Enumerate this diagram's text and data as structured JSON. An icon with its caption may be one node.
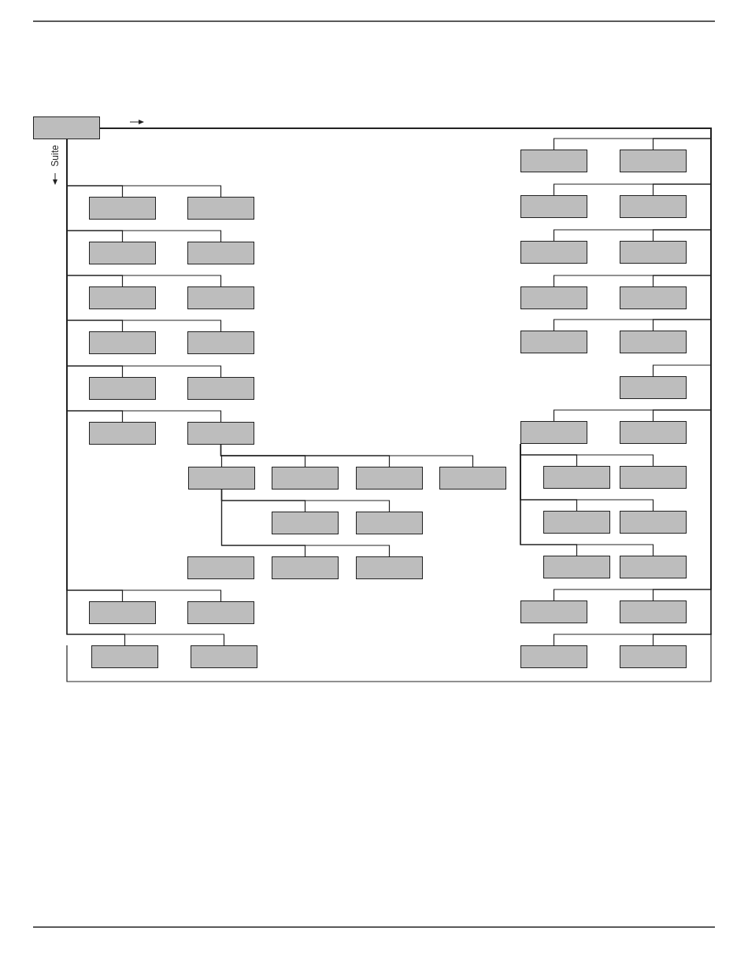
{
  "diagram": {
    "nodes": [
      {
        "text": [],
        "shape": "box"
      },
      {
        "text": [],
        "shape": "box"
      },
      {
        "text": [],
        "shape": "box"
      },
      {
        "text": [],
        "shape": "box"
      },
      {
        "text": [],
        "shape": "box"
      },
      {
        "text": [],
        "shape": "box"
      },
      {
        "text": [],
        "shape": "box"
      },
      {
        "text": [],
        "shape": "box"
      },
      {
        "text": [],
        "shape": "box"
      },
      {
        "text": [],
        "shape": "box"
      },
      {
        "text": [],
        "shape": "box"
      },
      {
        "text": [],
        "shape": "box"
      },
      {
        "text": [],
        "shape": "box"
      },
      {
        "text": [],
        "shape": "box"
      },
      {
        "text": [],
        "shape": "box"
      },
      {
        "text": [],
        "shape": "box"
      },
      {
        "text": [],
        "shape": "box"
      },
      {
        "text": [],
        "shape": "box"
      },
      {
        "text": [],
        "shape": "box"
      },
      {
        "text": [],
        "shape": "box"
      },
      {
        "text": [],
        "shape": "box"
      },
      {
        "text": [],
        "shape": "box"
      },
      {
        "text": [],
        "shape": "box"
      },
      {
        "text": [],
        "shape": "box"
      },
      {
        "text": [],
        "shape": "box"
      },
      {
        "text": [],
        "shape": "box"
      },
      {
        "text": [],
        "shape": "box"
      },
      {
        "text": [],
        "shape": "box"
      },
      {
        "text": [],
        "shape": "box"
      },
      {
        "text": [],
        "shape": "box"
      },
      {
        "text": [],
        "shape": "box"
      },
      {
        "text": [],
        "shape": "box"
      },
      {
        "text": [],
        "shape": "box"
      },
      {
        "text": [],
        "shape": "box"
      },
      {
        "text": [],
        "shape": "box"
      },
      {
        "text": [],
        "shape": "box"
      },
      {
        "text": [],
        "shape": "box"
      },
      {
        "text": [],
        "shape": "box"
      },
      {
        "text": [],
        "shape": "box"
      },
      {
        "text": [],
        "shape": "box"
      },
      {
        "text": [],
        "shape": "box"
      },
      {
        "text": [],
        "shape": "box"
      },
      {
        "text": [],
        "shape": "box"
      },
      {
        "text": [],
        "shape": "box"
      },
      {
        "text": [],
        "shape": "box"
      },
      {
        "text": [],
        "shape": "box"
      },
      {
        "text": [],
        "shape": "box"
      },
      {
        "text": [],
        "shape": "box"
      },
      {
        "text": [],
        "shape": "box"
      }
    ],
    "edges": [
      {
        "from": 0,
        "to": 1,
        "arrow": "none"
      },
      {
        "from": 0,
        "to": 2,
        "arrow": "none"
      },
      {
        "from": 0,
        "to": 3,
        "arrow": "none"
      },
      {
        "from": 0,
        "to": 4,
        "arrow": "none"
      },
      {
        "from": 0,
        "to": 5,
        "arrow": "none"
      },
      {
        "from": 0,
        "to": 6,
        "arrow": "none"
      },
      {
        "from": 0,
        "to": 7,
        "arrow": "none"
      },
      {
        "from": 0,
        "to": 8,
        "arrow": "none"
      },
      {
        "from": 0,
        "to": 9,
        "arrow": "none"
      },
      {
        "from": 0,
        "to": 10,
        "arrow": "none"
      },
      {
        "from": 0,
        "to": 11,
        "arrow": "none"
      },
      {
        "from": 0,
        "to": 12,
        "arrow": "none"
      },
      {
        "from": 0,
        "to": 13,
        "arrow": "none"
      },
      {
        "from": 0,
        "to": 14,
        "arrow": "none"
      },
      {
        "from": 0,
        "to": 15,
        "arrow": "none"
      },
      {
        "from": 0,
        "to": 16,
        "arrow": "none"
      },
      {
        "from": 0,
        "to": 17,
        "arrow": "none"
      },
      {
        "from": 0,
        "to": 18,
        "arrow": "none"
      },
      {
        "from": 0,
        "to": 19,
        "arrow": "none"
      },
      {
        "from": 0,
        "to": 20,
        "arrow": "none"
      },
      {
        "from": 0,
        "to": 21,
        "arrow": "none"
      },
      {
        "from": 0,
        "to": 22,
        "arrow": "none"
      },
      {
        "from": 0,
        "to": 23,
        "arrow": "none"
      },
      {
        "from": 0,
        "to": 24,
        "arrow": "none"
      },
      {
        "from": 0,
        "to": 25,
        "arrow": "none"
      },
      {
        "from": 23,
        "to": 26,
        "arrow": "none"
      },
      {
        "from": 23,
        "to": 27,
        "arrow": "none"
      },
      {
        "from": 23,
        "to": 28,
        "arrow": "none"
      },
      {
        "from": 23,
        "to": 29,
        "arrow": "none"
      },
      {
        "from": 24,
        "to": 30,
        "arrow": "none"
      },
      {
        "from": 24,
        "to": 31,
        "arrow": "none"
      },
      {
        "from": 26,
        "to": 32,
        "arrow": "none"
      },
      {
        "from": 26,
        "to": 33,
        "arrow": "none"
      },
      {
        "from": 24,
        "to": 34,
        "arrow": "none"
      },
      {
        "from": 24,
        "to": 35,
        "arrow": "none"
      },
      {
        "from": 26,
        "to": 37,
        "arrow": "none"
      },
      {
        "from": 26,
        "to": 38,
        "arrow": "none"
      },
      {
        "from": 24,
        "to": 39,
        "arrow": "none"
      },
      {
        "from": 24,
        "to": 40,
        "arrow": "none"
      },
      {
        "from": 0,
        "to": 41,
        "arrow": "none"
      },
      {
        "from": 0,
        "to": 42,
        "arrow": "none"
      },
      {
        "from": 0,
        "to": 43,
        "arrow": "none"
      },
      {
        "from": 0,
        "to": 44,
        "arrow": "none"
      },
      {
        "from": 0,
        "to": 45,
        "arrow": "none"
      },
      {
        "from": 0,
        "to": 46,
        "arrow": "none"
      },
      {
        "from": 0,
        "to": 47,
        "arrow": "none"
      },
      {
        "from": 0,
        "to": 48,
        "arrow": "none"
      }
    ],
    "labels": [
      "Suite"
    ]
  }
}
